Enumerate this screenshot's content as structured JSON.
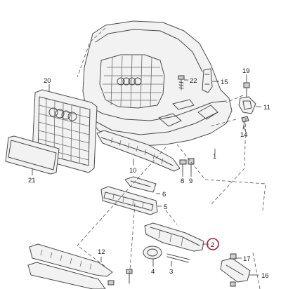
{
  "diagram": {
    "callouts": [
      {
        "id": "c1",
        "label": "1"
      },
      {
        "id": "c2",
        "label": "2"
      },
      {
        "id": "c3",
        "label": "3"
      },
      {
        "id": "c4",
        "label": "4"
      },
      {
        "id": "c5",
        "label": "5"
      },
      {
        "id": "c6",
        "label": "6"
      },
      {
        "id": "c8",
        "label": "8"
      },
      {
        "id": "c9",
        "label": "9"
      },
      {
        "id": "c10",
        "label": "10"
      },
      {
        "id": "c11",
        "label": "11"
      },
      {
        "id": "c12",
        "label": "12"
      },
      {
        "id": "c14",
        "label": "14"
      },
      {
        "id": "c15",
        "label": "15"
      },
      {
        "id": "c16",
        "label": "16"
      },
      {
        "id": "c17",
        "label": "17"
      },
      {
        "id": "c19",
        "label": "19"
      },
      {
        "id": "c20",
        "label": "20"
      },
      {
        "id": "c21",
        "label": "21"
      },
      {
        "id": "c22",
        "label": "22"
      }
    ],
    "highlight_color": "#c0102a"
  }
}
